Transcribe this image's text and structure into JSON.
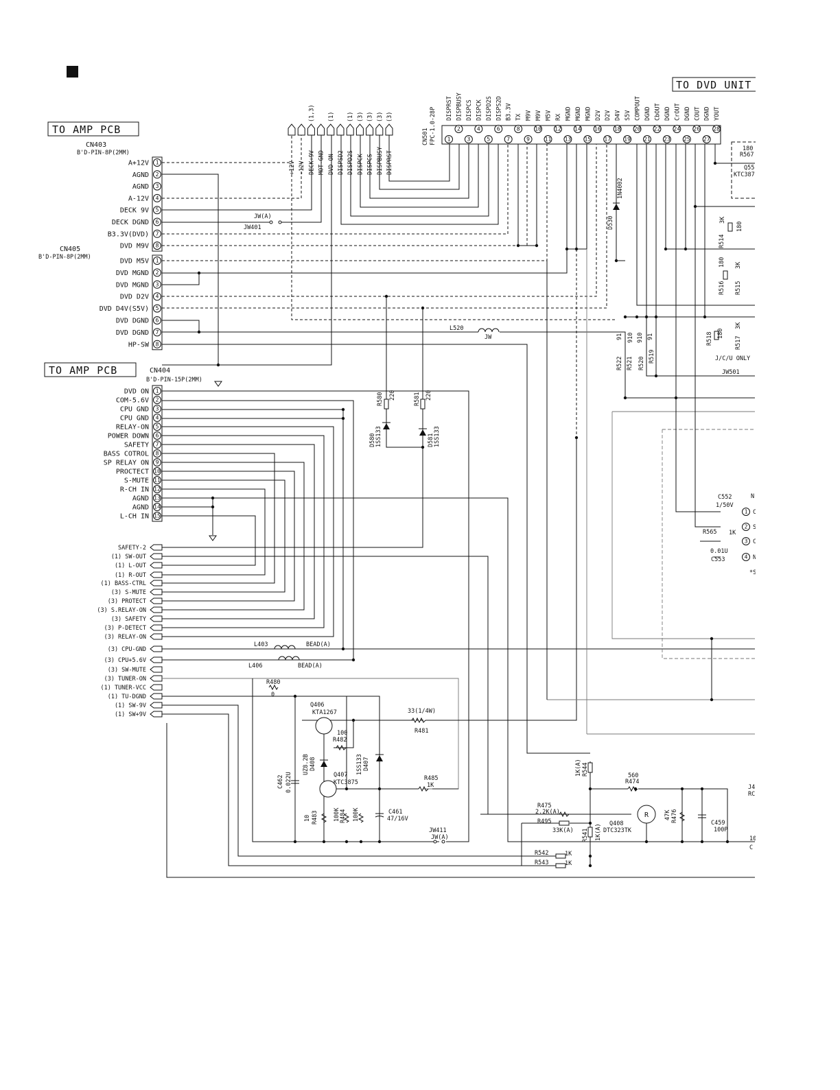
{
  "cn403": {
    "box_label": "TO AMP PCB",
    "ref": "CN403",
    "type": "B'D-PIN-8P(2MM)",
    "pins": [
      {
        "no": "1",
        "name": "A+12V"
      },
      {
        "no": "2",
        "name": "AGND"
      },
      {
        "no": "3",
        "name": "AGND"
      },
      {
        "no": "4",
        "name": "A-12V"
      },
      {
        "no": "5",
        "name": "DECK 9V"
      },
      {
        "no": "6",
        "name": "DECK DGND"
      },
      {
        "no": "7",
        "name": "B3.3V(DVD)"
      },
      {
        "no": "8",
        "name": "DVD M9V"
      }
    ]
  },
  "cn405": {
    "ref": "CN405",
    "type": "B'D-PIN-8P(2MM)",
    "pins": [
      {
        "no": "1",
        "name": "DVD M5V"
      },
      {
        "no": "2",
        "name": "DVD MGND"
      },
      {
        "no": "3",
        "name": "DVD MGND"
      },
      {
        "no": "4",
        "name": "DVD D2V"
      },
      {
        "no": "5",
        "name": "DVD D4V(S5V)"
      },
      {
        "no": "6",
        "name": "DVD DGND"
      },
      {
        "no": "7",
        "name": "DVD DGND"
      },
      {
        "no": "8",
        "name": "HP-SW"
      }
    ]
  },
  "cn404": {
    "box_label": "TO AMP PCB",
    "ref": "CN404",
    "type": "B'D-PIN-15P(2MM)",
    "pins": [
      {
        "no": "1",
        "name": "DVD ON"
      },
      {
        "no": "2",
        "name": "COM-5.6V"
      },
      {
        "no": "3",
        "name": "CPU GND"
      },
      {
        "no": "4",
        "name": "CPU GND"
      },
      {
        "no": "5",
        "name": "RELAY-ON"
      },
      {
        "no": "6",
        "name": "POWER DOWN"
      },
      {
        "no": "7",
        "name": "SAFETY"
      },
      {
        "no": "8",
        "name": "BASS COTROL"
      },
      {
        "no": "9",
        "name": "SP RELAY ON"
      },
      {
        "no": "10",
        "name": "PROCTECT"
      },
      {
        "no": "11",
        "name": "S-MUTE"
      },
      {
        "no": "12",
        "name": "R-CH IN"
      },
      {
        "no": "13",
        "name": "AGND"
      },
      {
        "no": "14",
        "name": "AGND"
      },
      {
        "no": "15",
        "name": "L-CH IN"
      }
    ]
  },
  "cn501": {
    "ref": "CN501",
    "type": "FPC-1.0-28P",
    "box_label": "TO DVD UNIT",
    "pins": [
      {
        "no": "1",
        "name": "DISPRST"
      },
      {
        "no": "2",
        "name": "DISPBUSY"
      },
      {
        "no": "3",
        "name": "DISPCS"
      },
      {
        "no": "4",
        "name": "DISPCK"
      },
      {
        "no": "5",
        "name": "DISPD2S"
      },
      {
        "no": "6",
        "name": "DISPS2D"
      },
      {
        "no": "7",
        "name": "B3.3V"
      },
      {
        "no": "8",
        "name": "TX"
      },
      {
        "no": "9",
        "name": "M9V"
      },
      {
        "no": "10",
        "name": "M9V"
      },
      {
        "no": "11",
        "name": "M5V"
      },
      {
        "no": "12",
        "name": "RX"
      },
      {
        "no": "13",
        "name": "MGND"
      },
      {
        "no": "14",
        "name": "MGND"
      },
      {
        "no": "15",
        "name": "MGND"
      },
      {
        "no": "16",
        "name": "D2V"
      },
      {
        "no": "17",
        "name": "D2V"
      },
      {
        "no": "18",
        "name": "D4V"
      },
      {
        "no": "19",
        "name": "S5V"
      },
      {
        "no": "20",
        "name": "COMPOUT"
      },
      {
        "no": "21",
        "name": "DGND"
      },
      {
        "no": "22",
        "name": "CbOUT"
      },
      {
        "no": "23",
        "name": "DGND"
      },
      {
        "no": "24",
        "name": "CrOUT"
      },
      {
        "no": "25",
        "name": "DGND"
      },
      {
        "no": "26",
        "name": "COUT"
      },
      {
        "no": "27",
        "name": "DGND"
      },
      {
        "no": "28",
        "name": "YOUT"
      }
    ]
  },
  "top_connectors": [
    {
      "name": "+12V",
      "tag": ""
    },
    {
      "name": "-12V",
      "tag": ""
    },
    {
      "name": "DECK+9V",
      "tag": "(1,3)"
    },
    {
      "name": "MOT-GND",
      "tag": ""
    },
    {
      "name": "DVD-ON",
      "tag": "(1)"
    },
    {
      "name": "DISPSD2",
      "tag": ""
    },
    {
      "name": "DISPD2S",
      "tag": "(1)"
    },
    {
      "name": "DISPCK",
      "tag": "(3)"
    },
    {
      "name": "DISPCS",
      "tag": "(3)"
    },
    {
      "name": "DISPBUSY",
      "tag": "(3)"
    },
    {
      "name": "DISPRST",
      "tag": "(3)"
    }
  ],
  "side_signals": [
    {
      "tag": "",
      "name": "SAFETY-2"
    },
    {
      "tag": "(1)",
      "name": "SW-OUT"
    },
    {
      "tag": "(1)",
      "name": "L-OUT"
    },
    {
      "tag": "(1)",
      "name": "R-OUT"
    },
    {
      "tag": "(1)",
      "name": "BASS-CTRL"
    },
    {
      "tag": "(3)",
      "name": "S-MUTE"
    },
    {
      "tag": "(3)",
      "name": "PROTECT"
    },
    {
      "tag": "(3)",
      "name": "S.RELAY-ON"
    },
    {
      "tag": "(3)",
      "name": "SAFETY"
    },
    {
      "tag": "(3)",
      "name": "P-DETECT"
    },
    {
      "tag": "(3)",
      "name": "RELAY-ON"
    },
    {
      "tag": "(3)",
      "name": "CPU-GND"
    },
    {
      "tag": "(3)",
      "name": "CPU+5.6V"
    },
    {
      "tag": "(3)",
      "name": "SW-MUTE"
    },
    {
      "tag": "(3)",
      "name": "TUNER-ON"
    },
    {
      "tag": "(1)",
      "name": "TUNER-VCC"
    },
    {
      "tag": "(1)",
      "name": "TU-DGND"
    },
    {
      "tag": "(1)",
      "name": "SW-9V"
    },
    {
      "tag": "(1)",
      "name": "SW+9V"
    }
  ],
  "parts": {
    "jw401": {
      "ref": "JW401",
      "value": "JW(A)"
    },
    "l520": {
      "ref": "L520",
      "value": "JW"
    },
    "d530": {
      "ref": "D530",
      "value": "1N4002"
    },
    "r580": {
      "ref": "R580",
      "value": "220"
    },
    "r581": {
      "ref": "R581",
      "value": "220"
    },
    "d580": {
      "ref": "D580",
      "value": "1SS133"
    },
    "d581": {
      "ref": "D581",
      "value": "1SS133"
    },
    "l403": {
      "ref": "L403",
      "value": "BEAD(A)"
    },
    "l406": {
      "ref": "L406",
      "value": "BEAD(A)"
    },
    "r480": {
      "ref": "R480",
      "value": "0"
    },
    "q406": {
      "ref": "Q406",
      "value": "KTA1267"
    },
    "r481": {
      "ref": "R481",
      "value": "33(1/4W)"
    },
    "r482": {
      "ref": "R482",
      "value": "100"
    },
    "d408": {
      "ref": "D408",
      "value": "UZ8.2B"
    },
    "d407": {
      "ref": "D407",
      "value": "1SS133"
    },
    "q407": {
      "ref": "Q407",
      "value": "KTC3875"
    },
    "c462": {
      "ref": "C462",
      "value": "0.022U"
    },
    "r485": {
      "ref": "R485",
      "value": "1K"
    },
    "r483": {
      "ref": "R483",
      "value": "10"
    },
    "r484": {
      "ref": "R484",
      "value": "100K"
    },
    "r484b": {
      "ref": "",
      "value": "100K"
    },
    "c461": {
      "ref": "C461",
      "value": "47/16V"
    },
    "jw411": {
      "ref": "JW411",
      "value": "JW(A)"
    },
    "r544": {
      "ref": "R544",
      "value": "1K(A)"
    },
    "r474": {
      "ref": "R474",
      "value": "560"
    },
    "r475": {
      "ref": "R475",
      "value": "2.2K(A)"
    },
    "r495": {
      "ref": "R495",
      "value": "33K(A)"
    },
    "r541": {
      "ref": "R541",
      "value": "1K(A)"
    },
    "q408": {
      "ref": "Q408",
      "value": "DTC323TK"
    },
    "q408_symbol": "R",
    "r476": {
      "ref": "R476",
      "value": "47K"
    },
    "c459": {
      "ref": "C459",
      "value": "100P"
    },
    "r542": {
      "ref": "R542",
      "value": "1K"
    },
    "r543": {
      "ref": "R543",
      "value": "1K"
    },
    "r567": {
      "ref": "R567",
      "value": "180"
    },
    "q55": {
      "ref": "Q55",
      "value": "KTC387"
    },
    "r514": {
      "ref": "R514",
      "value": "3K"
    },
    "r514b": {
      "ref": "",
      "value": "180"
    },
    "r516": {
      "ref": "R516",
      "value": "180"
    },
    "r515": {
      "ref": "R515",
      "value": "3K"
    },
    "r518": {
      "ref": "R518",
      "value": "180"
    },
    "r517": {
      "ref": "R517",
      "value": "3K"
    },
    "r522": {
      "ref": "R522",
      "value": "91"
    },
    "r521": {
      "ref": "R521",
      "value": "910"
    },
    "r520": {
      "ref": "R520",
      "value": "910"
    },
    "r519": {
      "ref": "R519",
      "value": "91"
    },
    "jw501": {
      "ref": "JW501",
      "value": "J/C/U ONLY"
    },
    "c552": {
      "ref": "C552",
      "value": "1/50V"
    },
    "r565": {
      "ref": "R565",
      "value": "1K"
    },
    "c553": {
      "ref": "C553",
      "value": "0.01U"
    },
    "j4": {
      "ref": "J4",
      "value": "RC"
    }
  },
  "misc": {
    "partial_right_pins": [
      "C",
      "S",
      "C",
      "N"
    ],
    "partial_n": "N",
    "partial_s": "*S",
    "partial_10": "10",
    "partial_c": "C"
  }
}
